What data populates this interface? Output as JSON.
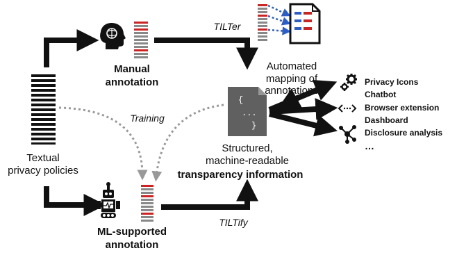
{
  "labels": {
    "source_line1": "Textual",
    "source_line2": "privacy policies",
    "manual_line1": "Manual",
    "manual_line2": "annotation",
    "ml_line1": "ML-supported",
    "ml_line2": "annotation",
    "tilter": "TILTer",
    "tiltify": "TILTify",
    "training": "Training",
    "automated_line1": "Automated",
    "automated_line2": "mapping of",
    "automated_line3": "annotations",
    "structured_line1": "Structured,",
    "structured_line2": "machine-readable",
    "structured_line3": "transparency information",
    "doc_code_open": "{",
    "doc_code_dots": "...",
    "doc_code_close": "}"
  },
  "outputs": [
    "Privacy Icons",
    "Chatbot",
    "Browser extension",
    "Dashboard",
    "Disclosure analysis",
    "…"
  ],
  "colors": {
    "ink": "#111111",
    "highlight": "#cc2222",
    "doc_gray": "#606060",
    "dotted_gray": "#999999",
    "mapping_blue": "#2b5fc7"
  },
  "icons": [
    "brain-head-icon",
    "robot-icon",
    "gears-icon",
    "code-arrows-icon",
    "network-icon",
    "annotated-document-icon"
  ]
}
